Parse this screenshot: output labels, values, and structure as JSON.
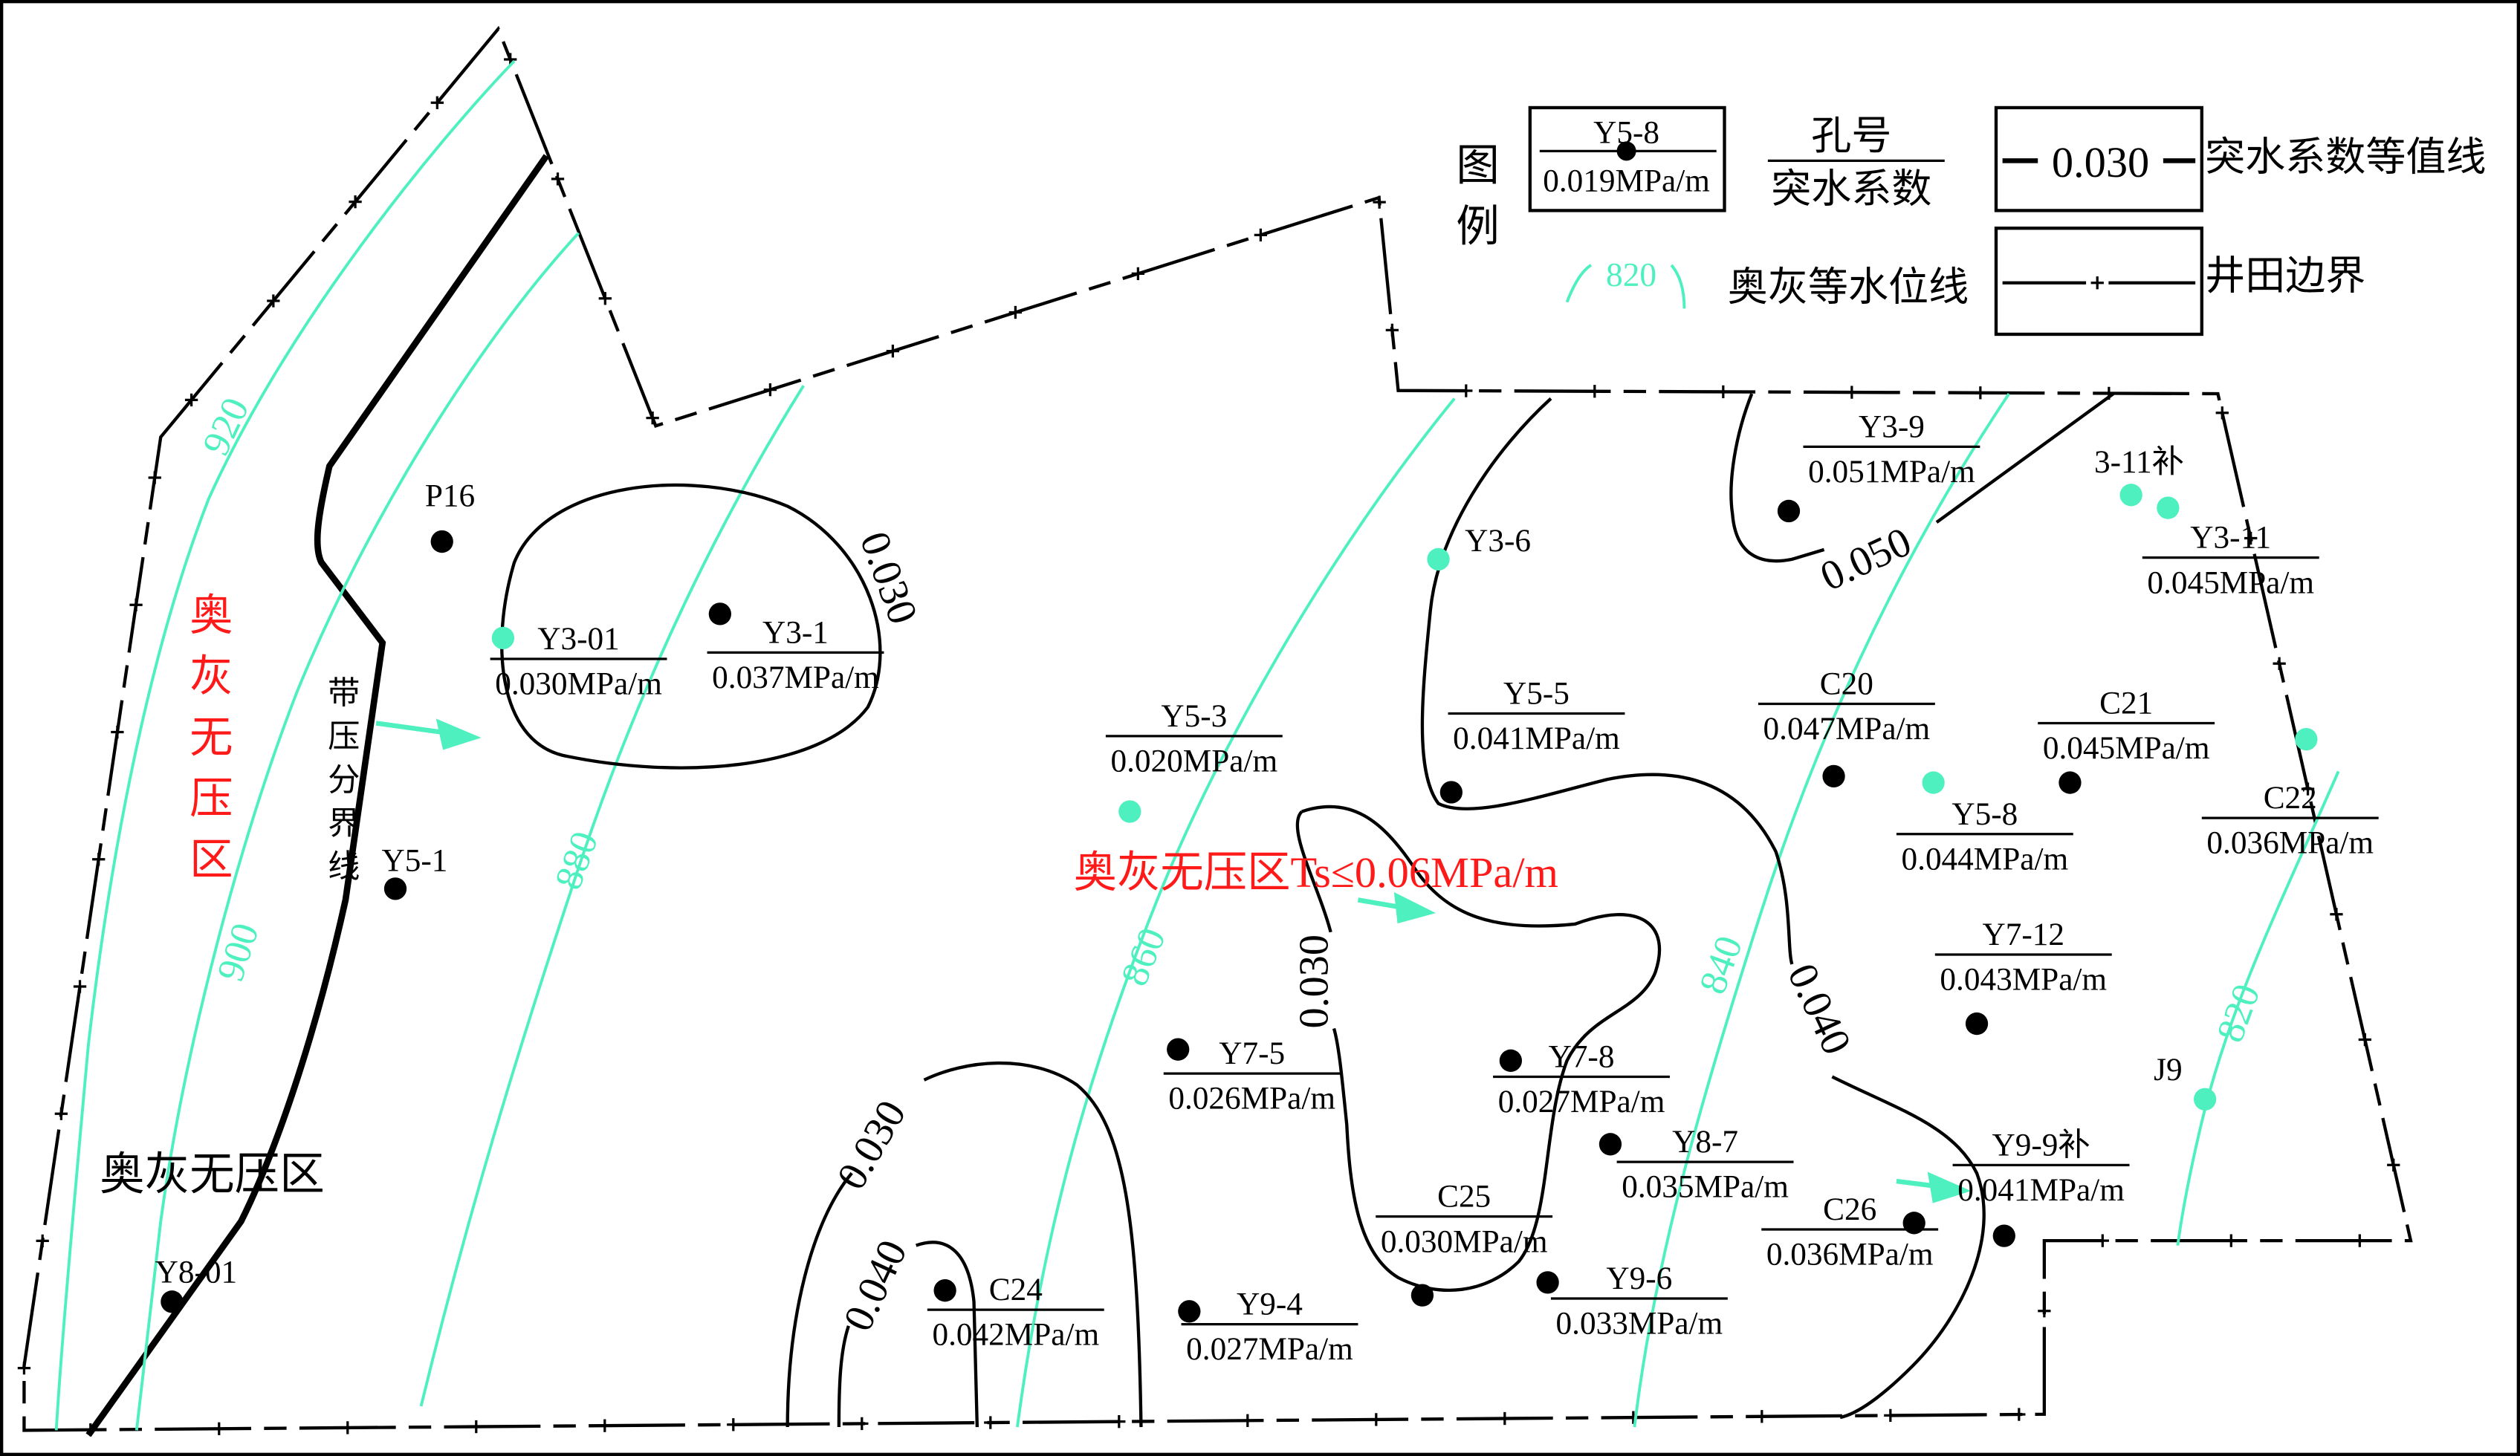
{
  "legend": {
    "title_1": "图",
    "title_2": "例",
    "sample_well_name": "Y5-8",
    "sample_well_value": "0.019MPa/m",
    "well_caption_top": "孔号",
    "well_caption_bottom": "突水系数",
    "contour_sample": "0.030",
    "contour_caption": "突水系数等值线",
    "water_level_sample": "820",
    "water_level_caption": "奥灰等水位线",
    "boundary_caption": "井田边界"
  },
  "colors": {
    "water_level": "#4ff0c0",
    "no_pressure_zone": "#ff1a1a",
    "well_black": "#000000",
    "well_cyan": "#4ff0c0"
  },
  "annotations": {
    "no_pressure_red": [
      "奥",
      "灰",
      "无",
      "压",
      "区"
    ],
    "pressure_boundary": [
      "带",
      "压",
      "分",
      "界",
      "线"
    ],
    "no_pressure_black": "奥灰无压区",
    "center_note": "奥灰无压区Ts≤0.06MPa/m"
  },
  "water_level_labels": [
    "920",
    "900",
    "880",
    "860",
    "840",
    "820"
  ],
  "coefficient_labels": [
    "0.030",
    "0.050",
    "0.040",
    "0.030",
    "0.030",
    "0.040"
  ],
  "wells": [
    {
      "name": "P16",
      "value": null,
      "color": "black"
    },
    {
      "name": "Y3-01",
      "value": "0.030MPa/m",
      "color": "cyan"
    },
    {
      "name": "Y3-1",
      "value": "0.037MPa/m",
      "color": "black"
    },
    {
      "name": "Y5-1",
      "value": null,
      "color": "black"
    },
    {
      "name": "Y8-01",
      "value": null,
      "color": "black"
    },
    {
      "name": "Y5-3",
      "value": "0.020MPa/m",
      "color": "cyan"
    },
    {
      "name": "Y3-6",
      "value": null,
      "color": "cyan"
    },
    {
      "name": "Y5-5",
      "value": "0.041MPa/m",
      "color": "black"
    },
    {
      "name": "Y3-9",
      "value": "0.051MPa/m",
      "color": "black"
    },
    {
      "name": "3-11补",
      "value": null,
      "color": "cyan"
    },
    {
      "name": "Y3-11",
      "value": "0.045MPa/m",
      "color": "cyan"
    },
    {
      "name": "C20",
      "value": "0.047MPa/m",
      "color": "black"
    },
    {
      "name": "Y5-8",
      "value": "0.044MPa/m",
      "color": "cyan"
    },
    {
      "name": "C21",
      "value": "0.045MPa/m",
      "color": "black"
    },
    {
      "name": "C22",
      "value": "0.036MPa/m",
      "color": "cyan"
    },
    {
      "name": "Y7-12",
      "value": "0.043MPa/m",
      "color": "black"
    },
    {
      "name": "J9",
      "value": null,
      "color": "cyan"
    },
    {
      "name": "Y7-5",
      "value": "0.026MPa/m",
      "color": "black"
    },
    {
      "name": "Y7-8",
      "value": "0.027MPa/m",
      "color": "black"
    },
    {
      "name": "Y8-7",
      "value": "0.035MPa/m",
      "color": "black"
    },
    {
      "name": "C25",
      "value": "0.030MPa/m",
      "color": "black"
    },
    {
      "name": "Y9-6",
      "value": "0.033MPa/m",
      "color": "black"
    },
    {
      "name": "C26",
      "value": "0.036MPa/m",
      "color": "black"
    },
    {
      "name": "Y9-9补",
      "value": "0.041MPa/m",
      "color": "black"
    },
    {
      "name": "C24",
      "value": "0.042MPa/m",
      "color": "black"
    },
    {
      "name": "Y9-4",
      "value": "0.027MPa/m",
      "color": "black"
    }
  ]
}
